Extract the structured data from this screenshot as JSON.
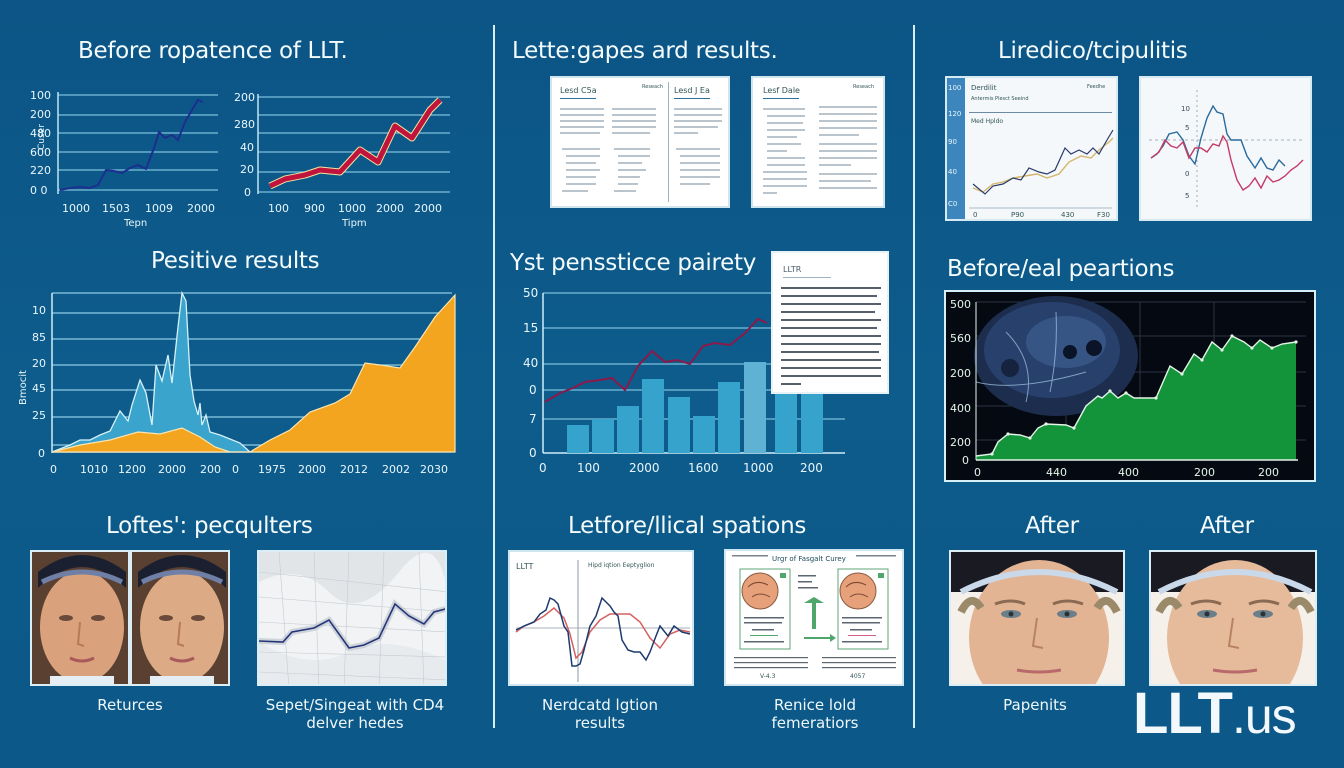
{
  "panels": {
    "p1": {
      "title": "Before ropatence of LLT.",
      "left_chart": {
        "yticks": [
          "100",
          "200",
          "480",
          "600",
          "220",
          "0 0"
        ],
        "xticks": [
          "1000",
          "1503",
          "1009",
          "2000"
        ],
        "ylabel": "Cuser",
        "xlabel": "Tepn"
      },
      "right_chart": {
        "yticks": [
          "200",
          "280",
          "40",
          "20",
          "0"
        ],
        "xticks": [
          "100",
          "900",
          "1000",
          "2000",
          "2000"
        ],
        "xlabel": "Tipm"
      }
    },
    "p2": {
      "title": "Pesitive results",
      "yticks": [
        "10",
        "85",
        "20",
        "45",
        "25",
        "0"
      ],
      "ylabel": "Bmocit",
      "xticks": [
        "0",
        "1010",
        "1200",
        "2000",
        "200",
        "0",
        "1975",
        "2000",
        "2012",
        "2002",
        "2030"
      ]
    },
    "p3": {
      "title": "Loftes': pecqulters",
      "caption_left": "Returces",
      "caption_right_1": "Sepet/Singeat with CD4",
      "caption_right_2": "delver hedes"
    },
    "p4": {
      "title": "Lette:gapes ard results.",
      "doc1_head_a": "Lesd C5a",
      "doc1_head_b": "Lesd J Ea",
      "doc1_tag": "Reseach",
      "doc2_head": "Lesf Dale",
      "doc2_tag": "Reseach"
    },
    "p5": {
      "title": "Yst penssticce pairety",
      "yticks": [
        "50",
        "15",
        "40",
        "0",
        "7",
        "0"
      ],
      "xticks": [
        "0",
        "100",
        "2000",
        "1600",
        "1000",
        "200"
      ],
      "note_title": "LLTR"
    },
    "p6": {
      "title": "Letfore/llical spations",
      "chart_label": "LLTT",
      "chart_sub": "Hipd iqtion Eeptyglion",
      "caption_left_1": "Nerdcatd lgtion",
      "caption_left_2": "results",
      "caption_right_1": "Renice lold",
      "caption_right_2": "femeratiors",
      "diagram_title": "Urgr of Fasgalt Curey",
      "diagram_left_code": "V-4.3",
      "diagram_right_code": "4057"
    },
    "p7": {
      "title": "Liredico/tcipulitis",
      "chart_a_title": "Derdilit",
      "chart_a_sub": "Antermis Plesct Seeind",
      "chart_a_label2": "Med Hpldo",
      "chart_a_tag": "Feedhe",
      "chart_a_yticks": [
        "100",
        "120",
        "90",
        "40",
        "C0"
      ],
      "chart_a_xticks": [
        "0",
        "P90",
        "430",
        "F30"
      ],
      "chart_b_yticks": [
        "10",
        "5",
        "0",
        "5"
      ]
    },
    "p8": {
      "title": "Before/eal peartions",
      "yticks": [
        "500",
        "560",
        "200",
        "400",
        "200",
        "0"
      ],
      "xticks": [
        "0",
        "440",
        "400",
        "200",
        "200"
      ]
    },
    "p9": {
      "label_left": "After",
      "label_right": "After",
      "caption": "Papenits"
    }
  },
  "brand": {
    "name": "LLT",
    "suffix": ".us"
  },
  "colors": {
    "background": "#0c5888",
    "divider": "#d6eef6",
    "orange_area": "#f3a51f",
    "teal_area": "#3aa4cc",
    "green_area": "#13933a",
    "crimson_line": "#c0143c",
    "navy_line": "#1a3a8a"
  },
  "chart_data": [
    {
      "type": "line",
      "title": "Before ropatence of LLT. (left)",
      "xlabel": "Tepn",
      "ylabel": "Cuser",
      "x_tick_labels": [
        "1000",
        "1503",
        "1009",
        "2000"
      ],
      "y_tick_labels": [
        "100",
        "200",
        "480",
        "600",
        "220",
        "0 0"
      ],
      "series": [
        {
          "name": "series",
          "values": [
            2,
            3,
            3,
            2,
            6,
            28,
            26,
            24,
            30,
            35,
            30,
            70,
            65,
            68,
            64,
            90,
            100,
            97
          ]
        }
      ],
      "grid": true
    },
    {
      "type": "line",
      "title": "Before ropatence of LLT. (right)",
      "xlabel": "Tipm",
      "x_tick_labels": [
        "100",
        "900",
        "1000",
        "2000",
        "2000"
      ],
      "y_tick_labels": [
        "200",
        "280",
        "40",
        "20",
        "0"
      ],
      "series": [
        {
          "name": "band",
          "values": [
            8,
            14,
            18,
            22,
            22,
            50,
            32,
            78,
            60,
            100
          ]
        }
      ],
      "grid": true
    },
    {
      "type": "area",
      "title": "Pesitive results",
      "ylabel": "Bmocit",
      "x_tick_labels": [
        "0",
        "1010",
        "1200",
        "2000",
        "200",
        "0",
        "1975",
        "2000",
        "2012",
        "2002",
        "2030"
      ],
      "y_tick_labels": [
        "10",
        "85",
        "20",
        "45",
        "25",
        "0"
      ],
      "series": [
        {
          "name": "teal",
          "values": [
            0,
            8,
            12,
            38,
            48,
            62,
            95,
            30,
            20,
            5,
            0
          ]
        },
        {
          "name": "orange",
          "values": [
            0,
            5,
            10,
            12,
            14,
            6,
            0,
            20,
            32,
            60,
            58,
            100
          ]
        }
      ],
      "grid": true
    },
    {
      "type": "bar",
      "title": "Yst penssticce pairety",
      "x_tick_labels": [
        "0",
        "100",
        "2000",
        "1600",
        "1000",
        "200"
      ],
      "y_tick_labels": [
        "50",
        "15",
        "40",
        "0",
        "7",
        "0"
      ],
      "series": [
        {
          "name": "bars",
          "values": [
            22,
            28,
            36,
            56,
            42,
            26,
            54,
            66,
            62,
            60
          ]
        },
        {
          "name": "line",
          "values": [
            40,
            48,
            54,
            56,
            50,
            62,
            70,
            68,
            76,
            80,
            82,
            100
          ]
        }
      ],
      "grid": true
    },
    {
      "type": "line",
      "title": "Liredico/tcipulitis (A)",
      "x_tick_labels": [
        "0",
        "P90",
        "430",
        "F30"
      ],
      "y_tick_labels": [
        "100",
        "120",
        "90",
        "40",
        "C0"
      ],
      "series": [
        {
          "name": "navy",
          "values": [
            28,
            22,
            26,
            30,
            34,
            40,
            44,
            48,
            46,
            62,
            60,
            64,
            70,
            80
          ]
        },
        {
          "name": "yellow",
          "values": [
            24,
            22,
            25,
            28,
            32,
            36,
            40,
            42,
            44,
            56,
            58,
            60,
            68,
            76
          ]
        }
      ],
      "grid": false
    },
    {
      "type": "line",
      "title": "Liredico/tcipulitis (B)",
      "y_tick_labels": [
        "10",
        "5",
        "0",
        "5"
      ],
      "series": [
        {
          "name": "blue",
          "values": [
            40,
            48,
            62,
            58,
            40,
            80,
            96,
            90,
            52,
            50,
            42,
            44,
            38
          ]
        },
        {
          "name": "crimson",
          "values": [
            40,
            46,
            52,
            42,
            44,
            50,
            54,
            34,
            18,
            28,
            30,
            26,
            40
          ]
        }
      ],
      "grid": false
    },
    {
      "type": "area",
      "title": "Before/eal peartions",
      "x_tick_labels": [
        "0",
        "440",
        "400",
        "200",
        "200"
      ],
      "y_tick_labels": [
        "500",
        "560",
        "200",
        "400",
        "200",
        "0"
      ],
      "series": [
        {
          "name": "green",
          "values": [
            2,
            4,
            18,
            17,
            24,
            23,
            40,
            50,
            44,
            48,
            44,
            44,
            68,
            60,
            82,
            76,
            95,
            86,
            90,
            87,
            90
          ]
        }
      ],
      "grid": true
    },
    {
      "type": "line",
      "title": "Letfore/llical spations",
      "series": [
        {
          "name": "navy",
          "values": [
            50,
            56,
            62,
            58,
            20,
            22,
            54,
            68,
            60,
            36,
            34,
            48,
            52,
            46
          ]
        },
        {
          "name": "red",
          "values": [
            48,
            52,
            58,
            54,
            30,
            28,
            52,
            62,
            60,
            50,
            40,
            44,
            48,
            46
          ]
        }
      ],
      "grid": false
    }
  ]
}
